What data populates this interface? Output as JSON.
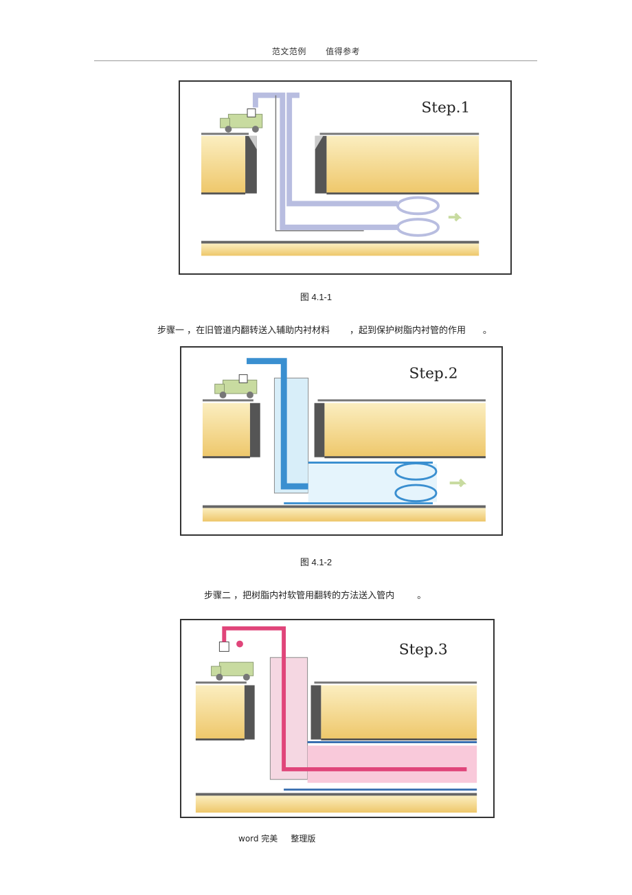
{
  "header": {
    "left": "范文范例",
    "right": "值得参考"
  },
  "figures": [
    {
      "step_label": "Step.1",
      "caption": "图 4.1-1"
    },
    {
      "step_label": "Step.2",
      "caption": "图 4.1-2"
    },
    {
      "step_label": "Step.3"
    }
  ],
  "paragraphs": {
    "p1": "步骤一 ，在旧管道内翻转送入辅助内衬材料       ，起到保护树脂内衬管的作用      。",
    "p2": "步骤二 ，把树脂内衬软管用翻转的方法送入管内        。"
  },
  "footer": {
    "text": "word 完美     整理版"
  },
  "colors": {
    "soil": "#f2d37a",
    "pipe1": "#b8bde0",
    "pipe2": "#3a8fd0",
    "pipe3": "#e0457a",
    "truck": "#c8dba0"
  }
}
